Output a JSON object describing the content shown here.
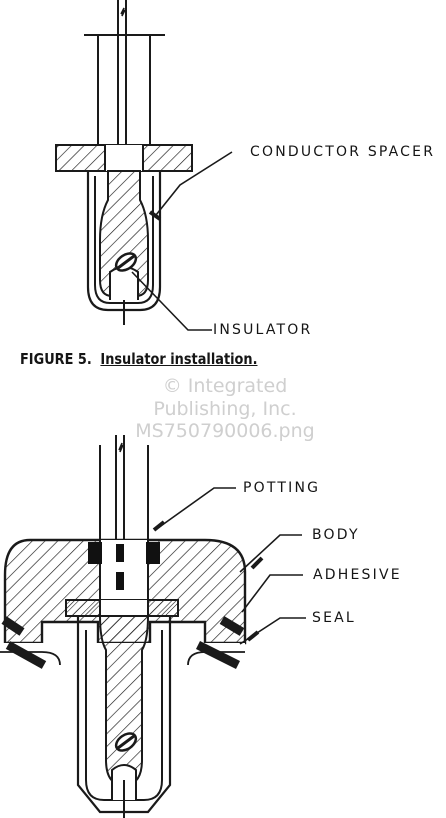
{
  "figure": {
    "caption_prefix": "FIGURE 5.",
    "caption_title": "Insulator installation."
  },
  "labels": {
    "conductor_spacer": "CONDUCTOR SPACER",
    "insulator": "INSULATOR",
    "potting": "POTTING",
    "body": "BODY",
    "adhesive": "ADHESIVE",
    "seal": "SEAL"
  },
  "watermark": {
    "line1": "© Integrated",
    "line2": "Publishing, Inc.",
    "line3": "MS750790006.png"
  }
}
